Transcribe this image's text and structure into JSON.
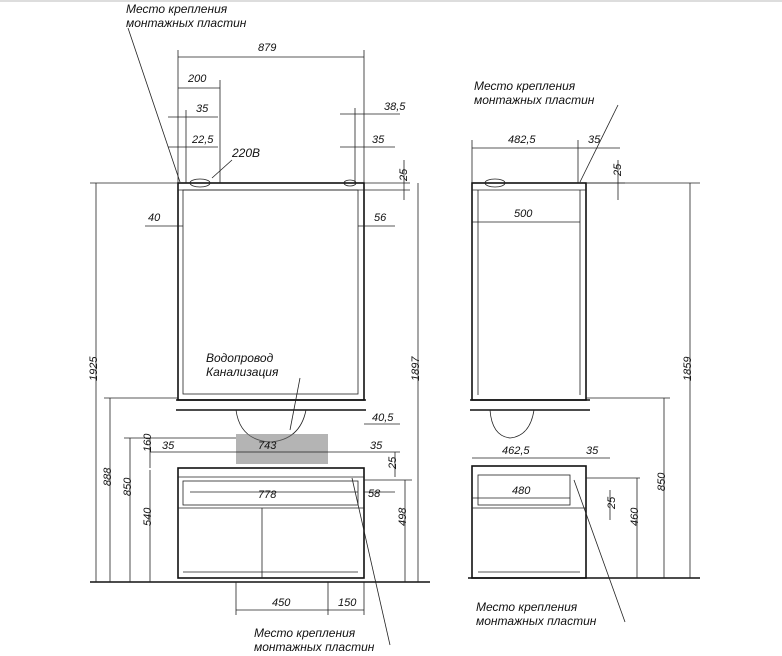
{
  "labels": {
    "mount_plates": "Место крепления",
    "mount_plates_2": "монтажных пластин",
    "water": "Водопровод",
    "sewer": "Канализация",
    "power": "220В"
  },
  "front": {
    "overall_width": "879",
    "plate_offset": "200",
    "left_35": "35",
    "left_22_5": "22,5",
    "right_38_5": "38,5",
    "right_35": "35",
    "top_25": "25",
    "inner_left_40": "40",
    "inner_right_56": "56",
    "total_height_1925": "1925",
    "height_1897": "1897",
    "height_888": "888",
    "height_850": "850",
    "height_540": "540",
    "height_498": "498",
    "height_160": "160",
    "basin_40_5": "40,5",
    "cab_left_35": "35",
    "cab_right_35": "35",
    "cab_width_743": "743",
    "cab_25": "25",
    "cab_inner_778": "778",
    "cab_58": "58",
    "bottom_450": "450",
    "bottom_150": "150"
  },
  "side": {
    "depth_482_5": "482,5",
    "right_35": "35",
    "top_25": "25",
    "inner_500": "500",
    "height_1859": "1859",
    "cab_depth_462_5": "462,5",
    "cab_35": "35",
    "cab_inner_480": "480",
    "cab_25": "25",
    "height_850": "850",
    "height_460": "460"
  }
}
